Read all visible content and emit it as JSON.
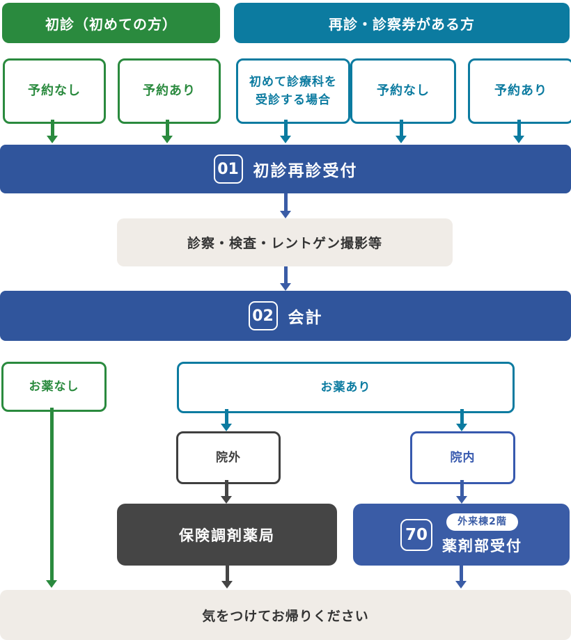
{
  "palette": {
    "green": "#2a8a3e",
    "teal": "#0c7ba0",
    "bar_blue": "#30559c",
    "box_blue": "#3a5ca6",
    "accent_blue": "#3759ae",
    "dark_gray": "#454545",
    "cream": "#f0ece7",
    "text_dark": "#333333"
  },
  "headers": {
    "first_visit": {
      "label": "初診（初めての方）"
    },
    "return_visit": {
      "label": "再診・診察券がある方"
    }
  },
  "row1": [
    {
      "label": "予約なし",
      "variant": "green"
    },
    {
      "label": "予約あり",
      "variant": "green"
    },
    {
      "label": "初めて診療科を受診する場合",
      "variant": "teal"
    },
    {
      "label": "予約なし",
      "variant": "teal"
    },
    {
      "label": "予約あり",
      "variant": "teal"
    }
  ],
  "steps": {
    "reception": {
      "number": "01",
      "label": "初診再診受付"
    },
    "exam": {
      "label": "診察・検査・レントゲン撮影等"
    },
    "payment": {
      "number": "02",
      "label": "会計"
    }
  },
  "medicine": {
    "none": {
      "label": "お薬なし"
    },
    "have": {
      "label": "お薬あり"
    },
    "outside": {
      "label": "院外"
    },
    "inside": {
      "label": "院内"
    },
    "pharmacy_external": {
      "label": "保険調剤薬局"
    },
    "pharmacy_internal": {
      "number": "70",
      "location": "外来棟2階",
      "label": "薬剤部受付"
    }
  },
  "footer": {
    "label": "気をつけてお帰りください"
  }
}
